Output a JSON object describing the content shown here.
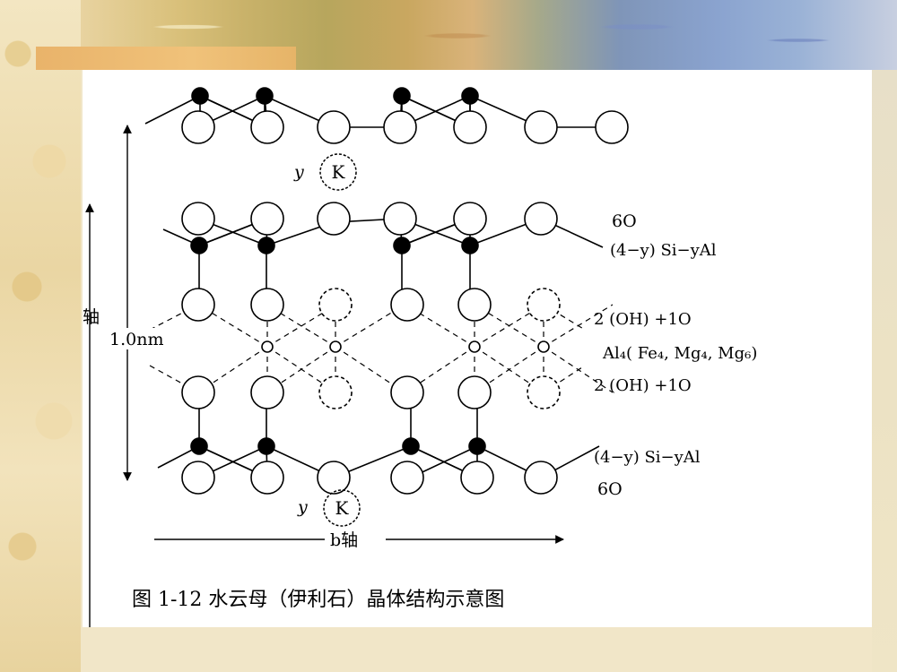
{
  "caption": "图 1-12   水云母（伊利石）晶体结构示意图",
  "labels": {
    "k_top": "K",
    "k_bottom": "K",
    "y_top": "y",
    "y_bottom": "y",
    "axis_c": "轴",
    "spacing": "1.0nm",
    "oxygen_top": "6O",
    "tetra_top": "(4−y) Si−yAl",
    "oh_top": "2 (OH) +1O",
    "octa": "Al₄( Fe₄, Mg₄, Mg₆)",
    "oh_bottom": "2 (OH) +1O",
    "tetra_bottom": "(4−y) Si−yAl",
    "oxygen_bottom": "6O",
    "axis_b": "b轴"
  }
}
